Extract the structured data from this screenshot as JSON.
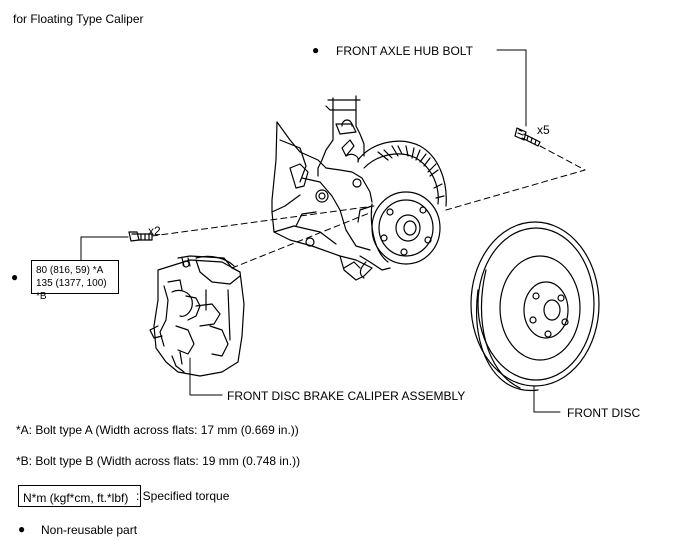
{
  "title": "for Floating Type Caliper",
  "labels": {
    "front_axle_hub_bolt": "FRONT AXLE HUB BOLT",
    "hub_bolt_qty": "x5",
    "caliper_bolt_qty": "x2",
    "caliper_assembly": "FRONT DISC BRAKE CALIPER ASSEMBLY",
    "front_disc": "FRONT DISC"
  },
  "torque": {
    "line_a": "80 (816, 59) *A",
    "line_b": "135 (1377, 100) *B"
  },
  "notes": {
    "bolt_a": "*A: Bolt type A (Width across flats: 17 mm (0.669 in.))",
    "bolt_b": "*B: Bolt type B (Width across flats: 19 mm (0.748 in.))",
    "torque_unit": "N*m (kgf*cm, ft.*lbf)",
    "torque_desc": ": Specified torque",
    "non_reusable": "Non-reusable part"
  },
  "bullet": "●"
}
